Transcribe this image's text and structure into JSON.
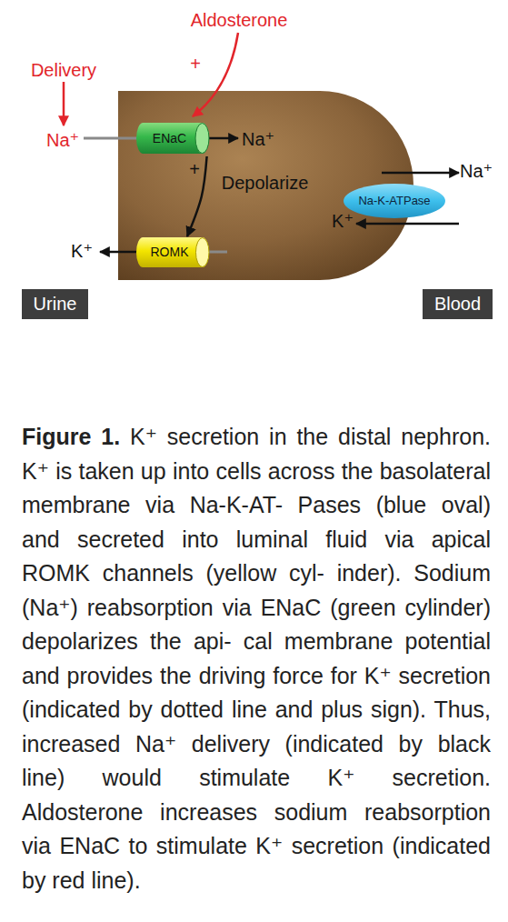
{
  "diagram": {
    "caption": "Figure 1. K⁺ secretion in the distal nephron. K⁺ is taken up into cells across the basolateral membrane via Na-K-AT- Pases (blue oval) and secreted into luminal fluid via apical ROMK channels (yellow cyl- inder). Sodium (Na⁺) reabsorption via ENaC (green cylinder) depolarizes the api- cal membrane potential and provides the driving force for K⁺ secretion (indicated by dotted line and plus sign). Thus, increased Na⁺ delivery (indicated by black line) would stimulate K⁺ secretion. Aldosterone increases sodium reabsorption via ENaC to stimulate K⁺ secretion (indicated by red line).",
    "nodes": [
      {
        "text": [
          "ENaC"
        ]
      },
      {
        "text": [
          "Na-K-ATPase"
        ]
      },
      {
        "text": [
          "ROMK"
        ]
      },
      {
        "text": [
          "Urine"
        ]
      },
      {
        "text": [
          "Blood"
        ]
      }
    ],
    "edges": [
      {
        "from": 0,
        "to": 2,
        "arrow": "to",
        "label": "Depolarize"
      }
    ],
    "labels": [
      "Aldosterone",
      "+",
      "Delivery",
      "Na⁺",
      "Na⁺",
      "+",
      "Na⁺",
      "K⁺",
      "K⁺"
    ]
  }
}
